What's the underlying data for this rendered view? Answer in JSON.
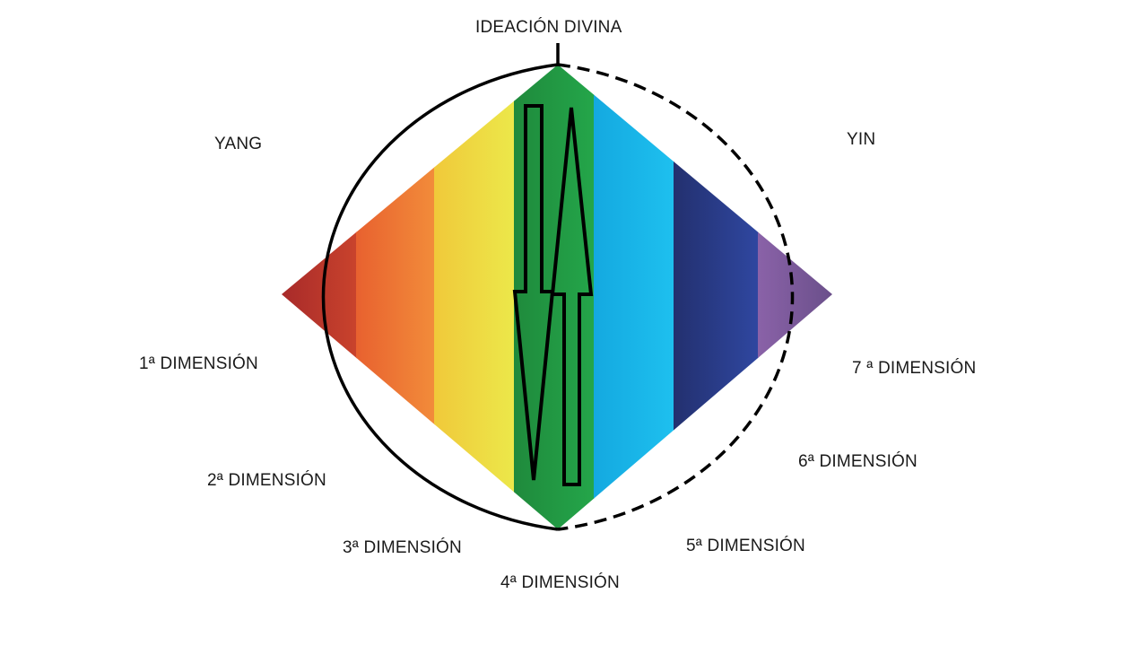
{
  "labels": {
    "top": "IDEACIÓN DIVINA",
    "yang": "YANG",
    "yin": "YIN",
    "dim1": "1ª DIMENSIÓN",
    "dim2": "2ª DIMENSIÓN",
    "dim3": "3ª DIMENSIÓN",
    "dim4": "4ª DIMENSIÓN",
    "dim5": "5ª DIMENSIÓN",
    "dim6": "6ª DIMENSIÓN",
    "dim7": "7 ª DIMENSIÓN"
  },
  "bands": [
    {
      "name": "dimension-1-band",
      "colors": [
        "#a82a2a",
        "#c9432c"
      ]
    },
    {
      "name": "dimension-2-band",
      "colors": [
        "#e8612f",
        "#f28c3a"
      ]
    },
    {
      "name": "dimension-3-band",
      "colors": [
        "#f0c93a",
        "#ece84a"
      ]
    },
    {
      "name": "dimension-4-band",
      "colors": [
        "#1f8a3c",
        "#24a64a"
      ]
    },
    {
      "name": "dimension-5-band",
      "colors": [
        "#14a9e0",
        "#1ec0ef"
      ]
    },
    {
      "name": "dimension-6-band",
      "colors": [
        "#23306f",
        "#2f47a0"
      ]
    },
    {
      "name": "dimension-7-band",
      "colors": [
        "#8a62a8",
        "#6a4f8a"
      ]
    }
  ]
}
